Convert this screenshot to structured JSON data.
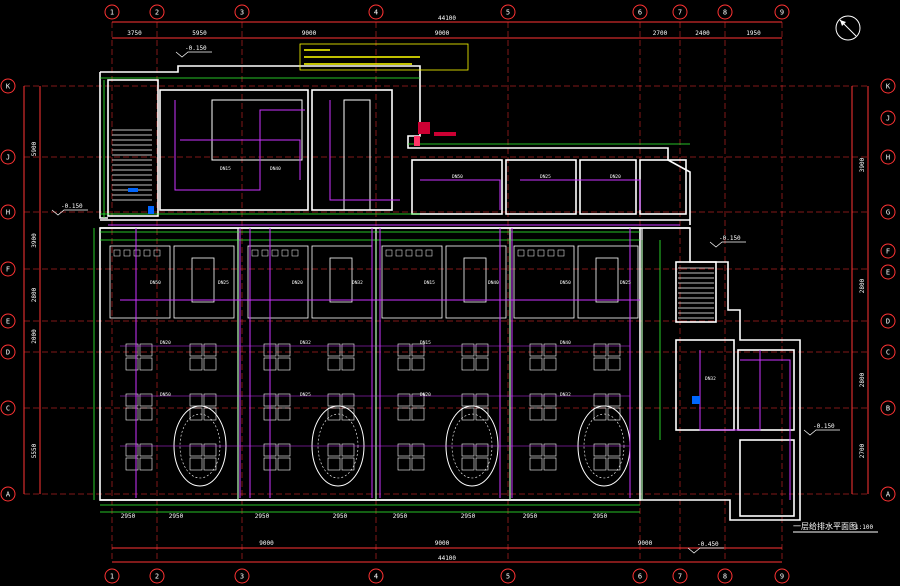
{
  "colors": {
    "background": "#000000",
    "axis": "#ff3333",
    "wall": "#ffffff",
    "dim": "#33ff33",
    "pipe": "#cc33ff",
    "note": "#ffff00",
    "accent": "#00ccff"
  },
  "grid_top": [
    "1",
    "2",
    "3",
    "4",
    "5",
    "6",
    "7",
    "8",
    "9"
  ],
  "grid_bottom": [
    "1",
    "2",
    "3",
    "4",
    "5",
    "6",
    "7",
    "8",
    "9"
  ],
  "grid_left": [
    "K",
    "J",
    "H",
    "F",
    "E",
    "D",
    "C",
    "A"
  ],
  "grid_right": [
    "K",
    "J",
    "H",
    "G",
    "F",
    "E",
    "D",
    "C",
    "B",
    "A"
  ],
  "dims_top": [
    "3750",
    "5950",
    "9000",
    "9000",
    "2700",
    "2400",
    "1950"
  ],
  "dims_top_total": "44100",
  "dims_bottom": [
    "9000",
    "9000",
    "9000"
  ],
  "dims_bottom_total": "44100",
  "dims_bay": [
    "2950",
    "2950",
    "2950",
    "2950",
    "2950",
    "2950",
    "2950",
    "2950"
  ],
  "dims_left": [
    "5900",
    "3900",
    "2800",
    "2000",
    "5550"
  ],
  "dims_right": [
    "3900",
    "2800",
    "2800",
    "2700"
  ],
  "levels": [
    "-0.150",
    "-0.150",
    "-0.150",
    "-0.150",
    "-0.450"
  ],
  "drawing_title": "一层给排水平面图",
  "drawing_scale": "1:100",
  "room_labels": [
    "DN50",
    "DN25",
    "DN20",
    "DN32",
    "DN15",
    "DN40"
  ]
}
